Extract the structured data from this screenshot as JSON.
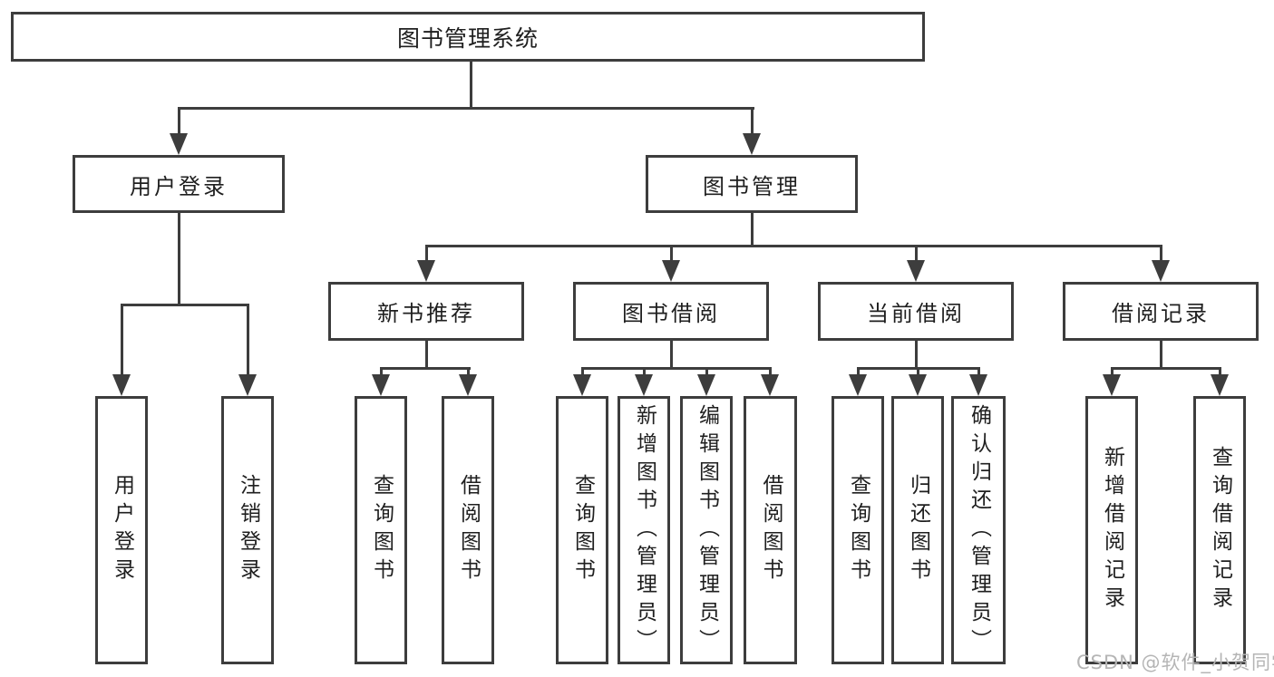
{
  "tree": {
    "label": "图书管理系统",
    "children": [
      {
        "label": "用户登录",
        "children": [
          {
            "label": "用户登录"
          },
          {
            "label": "注销登录"
          }
        ]
      },
      {
        "label": "图书管理",
        "children": [
          {
            "label": "新书推荐",
            "children": [
              {
                "label": "查询图书"
              },
              {
                "label": "借阅图书"
              }
            ]
          },
          {
            "label": "图书借阅",
            "children": [
              {
                "label": "查询图书"
              },
              {
                "label": "新增图书（管理员）"
              },
              {
                "label": "编辑图书（管理员）"
              },
              {
                "label": "借阅图书"
              }
            ]
          },
          {
            "label": "当前借阅",
            "children": [
              {
                "label": "查询图书"
              },
              {
                "label": "归还图书"
              },
              {
                "label": "确认归还（管理员）"
              }
            ]
          },
          {
            "label": "借阅记录",
            "children": [
              {
                "label": "新增借阅记录"
              },
              {
                "label": "查询借阅记录"
              }
            ]
          }
        ]
      }
    ]
  },
  "watermark": "CSDN @软件_小贺同学",
  "colors": {
    "line": "#3d3d3d",
    "text": "#1f1f1f",
    "background": "#ffffff",
    "watermark": "#b5b5b5"
  }
}
